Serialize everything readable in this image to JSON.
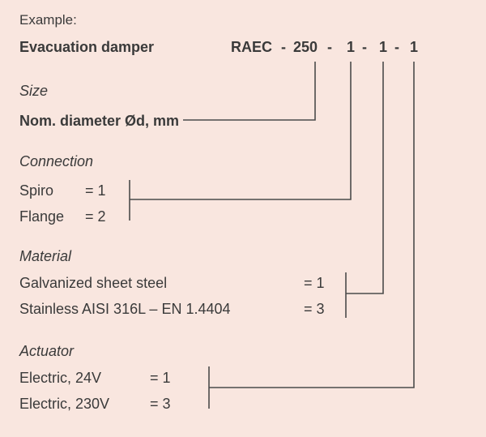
{
  "colors": {
    "background": "#f9e6df",
    "text": "#3a3a3a",
    "line": "#4b4b4b"
  },
  "header": {
    "example_label": "Example:",
    "product_label": "Evacuation damper",
    "code": {
      "prefix": "RAEC",
      "separator": "-",
      "size": "250",
      "connection": "1",
      "material": "1",
      "actuator": "1"
    }
  },
  "sections": {
    "size": {
      "title": "Size",
      "row": {
        "label": "Nom. diameter Ød, mm"
      }
    },
    "connection": {
      "title": "Connection",
      "rows": [
        {
          "label": "Spiro",
          "value": "= 1"
        },
        {
          "label": "Flange",
          "value": "= 2"
        }
      ]
    },
    "material": {
      "title": "Material",
      "rows": [
        {
          "label": "Galvanized sheet steel",
          "value": "= 1"
        },
        {
          "label": "Stainless AISI 316L – EN 1.4404",
          "value": "= 3"
        }
      ]
    },
    "actuator": {
      "title": "Actuator",
      "rows": [
        {
          "label": "Electric, 24V",
          "value": "= 1"
        },
        {
          "label": "Electric, 230V",
          "value": "= 3"
        }
      ]
    }
  }
}
